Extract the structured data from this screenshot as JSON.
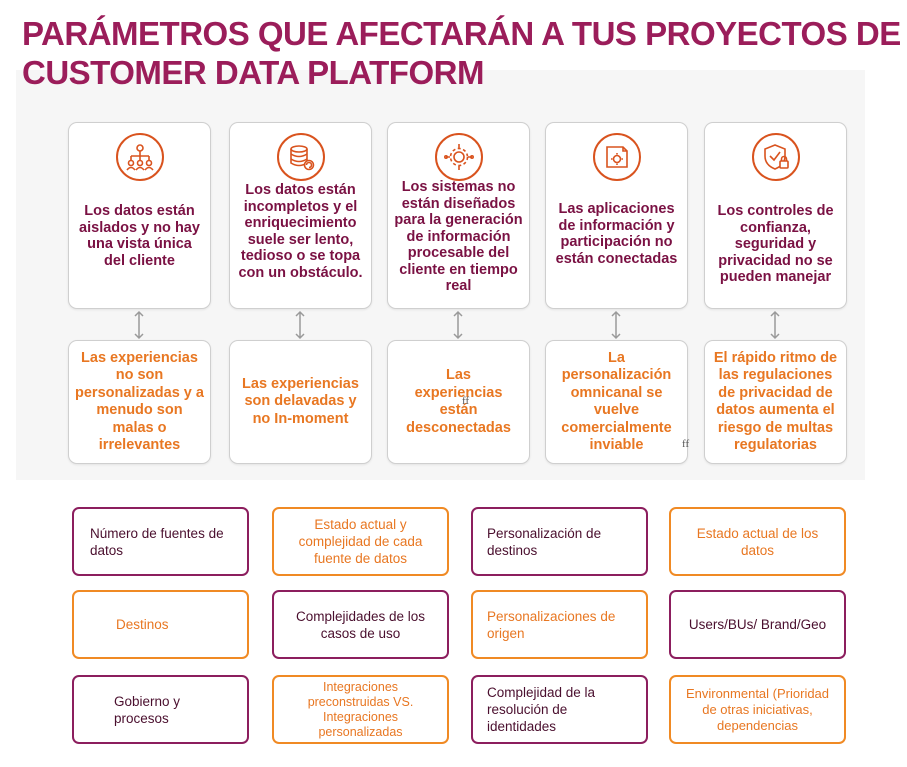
{
  "title": {
    "line1": "PARÁMETROS QUE AFECTARÁN A TUS PROYECTOS DE",
    "line2": "CUSTOMER DATA PLATFORM"
  },
  "columns": [
    {
      "icon": "people-hierarchy-icon",
      "problem": "Los datos están aislados y no hay una vista única del cliente",
      "consequence": "Las experiencias no son personalizadas y a menudo son malas o irrelevantes"
    },
    {
      "icon": "database-refresh-icon",
      "problem": "Los datos están incompletos y el enriquecimiento suele ser lento, tedioso o se topa con un obstáculo.",
      "consequence": "Las experiencias son delavadas y no In-moment"
    },
    {
      "icon": "gear-network-icon",
      "problem": "Los sistemas no están diseñados para la generación de información procesable del cliente en tiempo real",
      "consequence": "Las experiencias están desconectadas"
    },
    {
      "icon": "app-window-gear-icon",
      "problem": "Las aplicaciones de información y participación no están conectadas",
      "consequence": "La personalización omnicanal se vuelve comercialmente inviable"
    },
    {
      "icon": "shield-lock-icon",
      "problem": "Los controles de confianza, seguridad y privacidad no se pueden manejar",
      "consequence": "El rápido ritmo de las regulaciones de privacidad de datos aumenta el riesgo de multas regulatorias"
    }
  ],
  "stray_marks": [
    "ff",
    "ff"
  ],
  "parameters": [
    {
      "label": "Número de fuentes de datos",
      "style": "purple"
    },
    {
      "label": "Estado actual y complejidad de cada fuente de datos",
      "style": "orange"
    },
    {
      "label": "Personalización de destinos",
      "style": "purple"
    },
    {
      "label": "Estado actual de los datos",
      "style": "orange"
    },
    {
      "label": "Destinos",
      "style": "orange"
    },
    {
      "label": "Complejidades de los casos de uso",
      "style": "purple"
    },
    {
      "label": "Personalizaciones de origen",
      "style": "orange"
    },
    {
      "label": "Users/BUs/ Brand/Geo",
      "style": "purple"
    },
    {
      "label": "Gobierno y procesos",
      "style": "purple"
    },
    {
      "label": "Integraciones preconstruidas VS. Integraciones personalizadas",
      "style": "orange"
    },
    {
      "label": "Complejidad de la resolución de identidades",
      "style": "purple"
    },
    {
      "label": "Environmental (Prioridad de otras iniciativas, dependencias",
      "style": "orange"
    }
  ],
  "colors": {
    "title": "#9b1d5a",
    "problem_text": "#7a1143",
    "consequence_text": "#e87722",
    "icon_accent": "#d9531e",
    "purple_border": "#8c1e5e",
    "orange_border": "#f08a24"
  }
}
